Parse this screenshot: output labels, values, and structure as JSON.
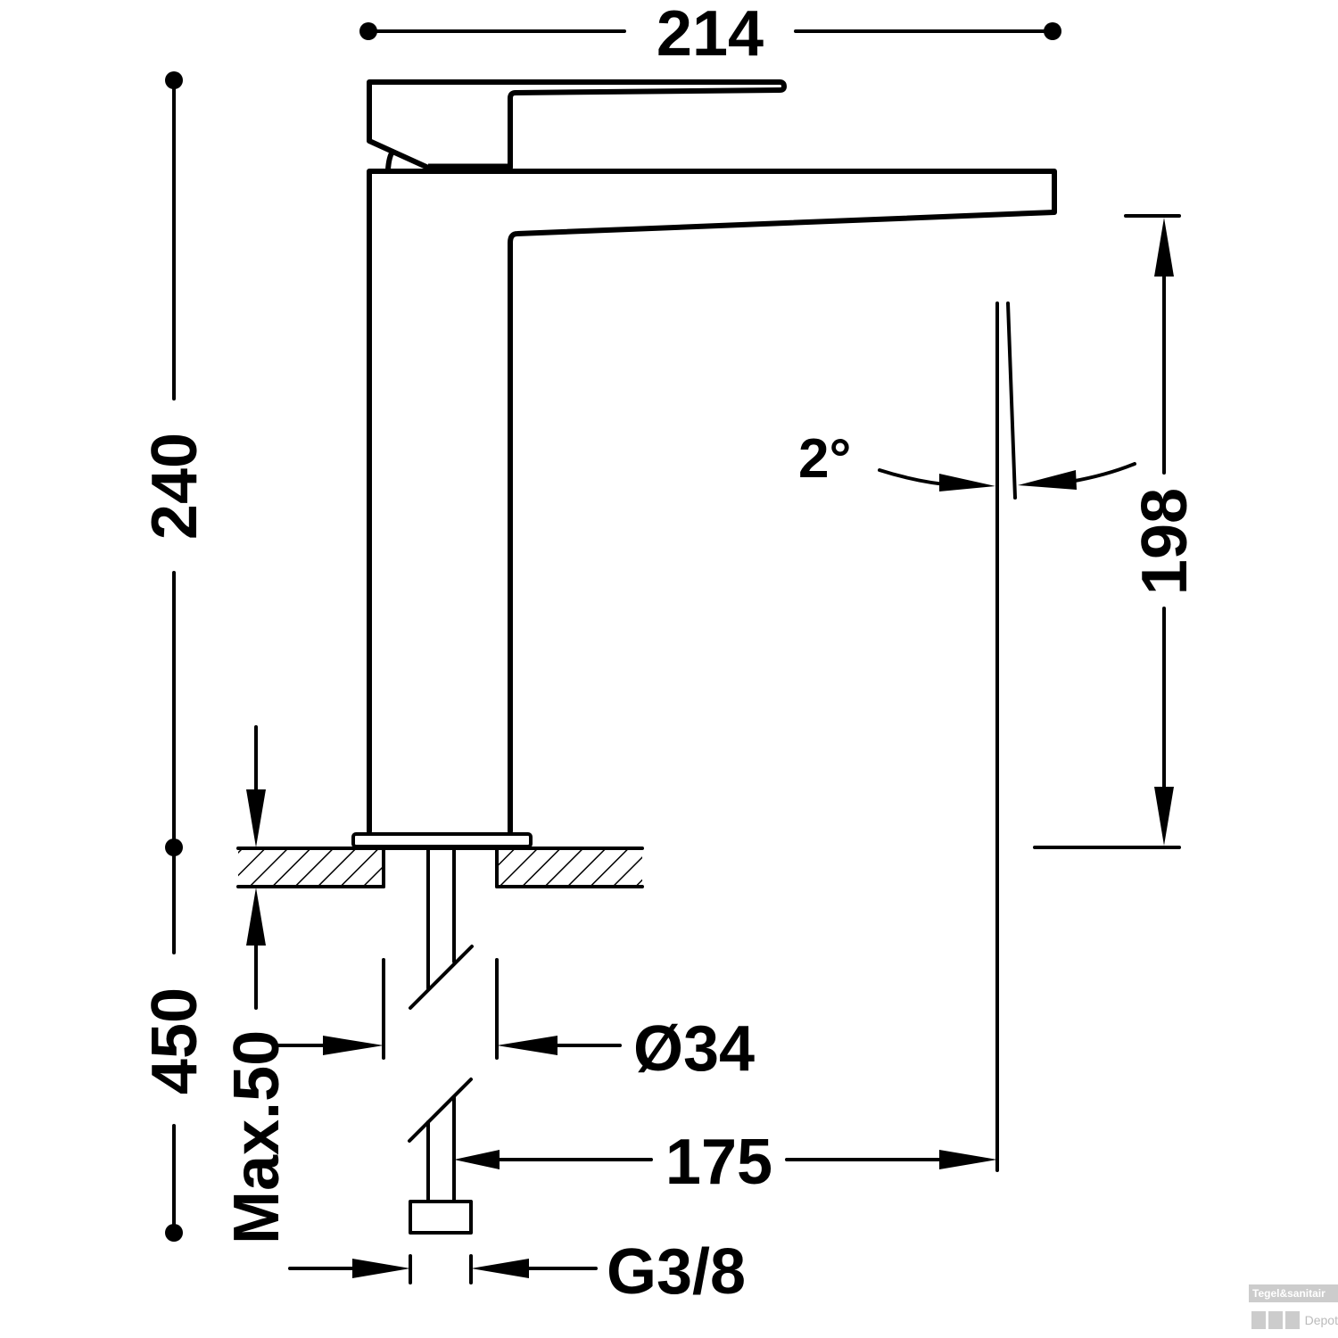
{
  "dimensions": {
    "width_total": "214",
    "height_total": "240",
    "spout_height": "198",
    "spout_reach": "175",
    "spout_angle": "2°",
    "hose_length": "450",
    "max_counter_thickness": "Max.50",
    "hole_diameter": "Ø34",
    "connection_thread": "G3/8"
  },
  "watermark": {
    "line1": "Tegel&sanitair",
    "line2": "Depot"
  }
}
